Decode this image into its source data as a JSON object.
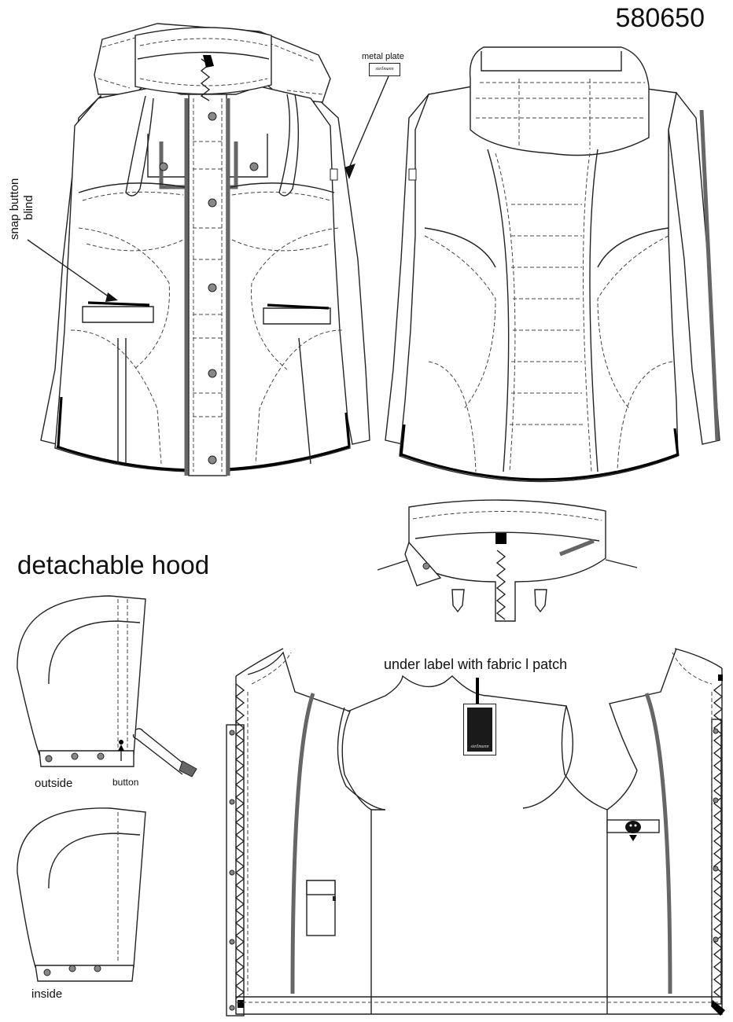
{
  "style_number": "580650",
  "section_title": "detachable hood",
  "callouts": {
    "metal_plate": "metal plate",
    "snap_button_line1": "snap button",
    "snap_button_line2": "blind",
    "hood_outside": "outside",
    "hood_button": "button",
    "hood_inside": "inside",
    "under_label": "under label with fabric l patch"
  },
  "brand_marks": {
    "plate_text": "steilmann",
    "label_text": "steilmann"
  },
  "colors": {
    "line": "#222222",
    "dashed": "#444444",
    "accent_dark_gray": "#666666",
    "button_fill": "#888888",
    "black": "#000000"
  }
}
